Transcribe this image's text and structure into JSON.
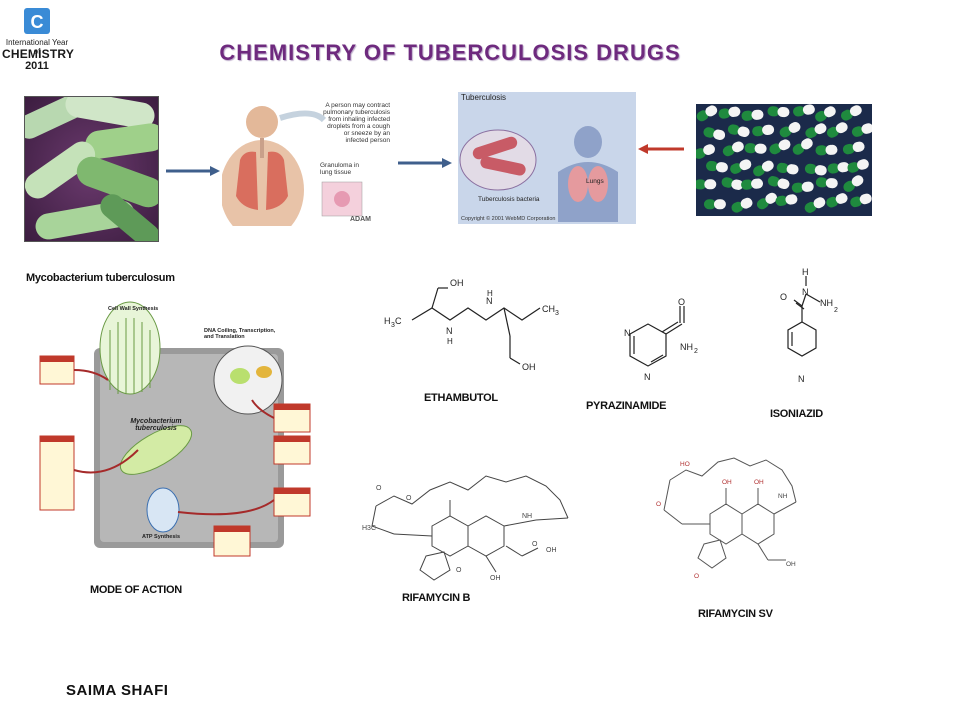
{
  "slide": {
    "title": "CHEMISTRY OF TUBERCULOSIS DRUGS",
    "author": "SAIMA SHAFI"
  },
  "logo": {
    "letter": "C",
    "line1": "International Year of",
    "line2": "CHEMISTRY",
    "line3": "2011"
  },
  "images": {
    "bacterium_caption": "Mycobacterium tuberculosum",
    "lung_caption": "A person may contract pulmonary tuberculosis from inhaling infected droplets from a cough or sneeze by an infected person",
    "granuloma_label": "Granuloma in lung tissue",
    "adam_label": "ADAM",
    "tb_panel_title": "Tuberculosis",
    "tb_bacteria_label": "Tuberculosis bacteria",
    "lungs_label": "Lungs",
    "copyright": "Copyright © 2001 WebMD Corporation"
  },
  "diagram": {
    "caption": "MODE OF ACTION",
    "cell_wall": "Cell Wall Synthesis",
    "dna": "DNA Coiling, Transcription, and Translation",
    "center_label": "Mycobacterium tuberculosis",
    "atp": "ATP Synthesis"
  },
  "molecules": {
    "ethambutol": "ETHAMBUTOL",
    "pyrazinamide": "PYRAZINAMIDE",
    "isoniazid": "ISONIAZID",
    "rifamycin_b": "RIFAMYCIN B",
    "rifamycin_sv": "RIFAMYCIN SV"
  },
  "colors": {
    "title": "#6e2a7e",
    "arrow": "#3f5f8c",
    "arrow_red": "#c0392b",
    "capsule_green": "#1f8a3e"
  }
}
